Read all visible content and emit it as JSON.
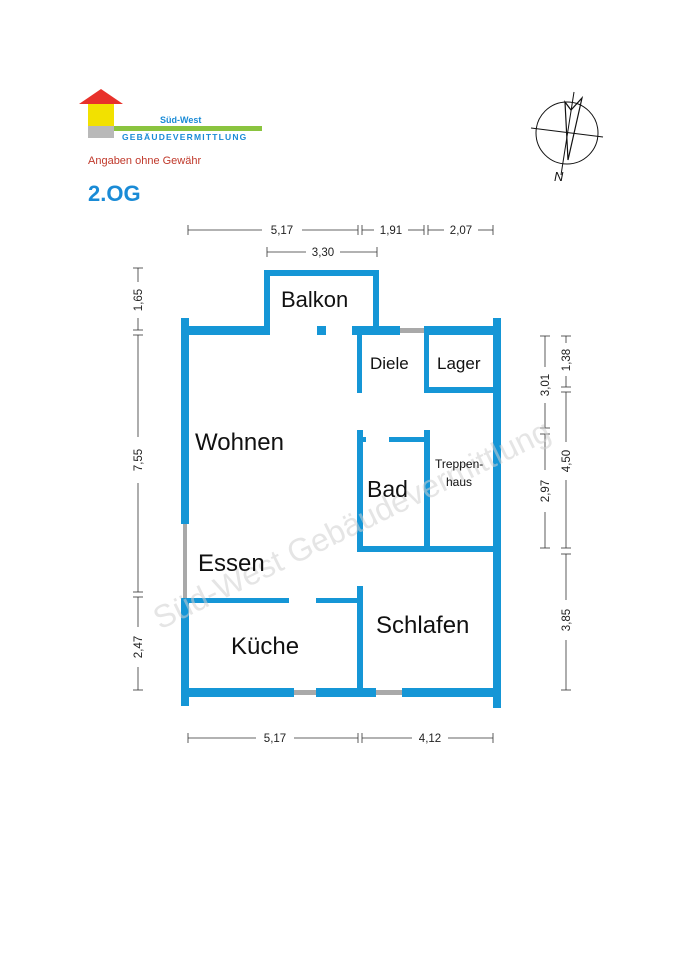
{
  "logo": {
    "line1": "Süd-West",
    "line2": "Gebäudevermittlung",
    "roof_color": "#e8312a",
    "wall_color": "#f2e100",
    "base_color": "#b9b9b9",
    "bar_color": "#8ac43f",
    "text_color": "#1a8bd6"
  },
  "disclaimer": "Angaben ohne Gewähr",
  "floor_label": "2.OG",
  "compass_label": "N",
  "watermark": "Süd-West Gebäudevermittlung",
  "colors": {
    "wall": "#1596d6",
    "window": "#a9a9a9",
    "dim_line": "#333333",
    "floor_label": "#1a8bd6",
    "disclaimer": "#c0392b"
  },
  "rooms": {
    "balkon": "Balkon",
    "diele": "Diele",
    "lager": "Lager",
    "wohnen": "Wohnen",
    "bad": "Bad",
    "treppenhaus_1": "Treppen-",
    "treppenhaus_2": "haus",
    "essen": "Essen",
    "kueche": "Küche",
    "schlafen": "Schlafen"
  },
  "dimensions": {
    "top_5_17": "5,17",
    "top_1_91": "1,91",
    "top_2_07": "2,07",
    "top_3_30": "3,30",
    "left_1_65": "1,65",
    "left_7_55": "7,55",
    "left_2_47": "2,47",
    "right_1_38": "1,38",
    "right_3_01": "3,01",
    "right_4_50": "4,50",
    "right_2_97": "2,97",
    "right_3_85": "3,85",
    "bottom_5_17": "5,17",
    "bottom_4_12": "4,12"
  }
}
